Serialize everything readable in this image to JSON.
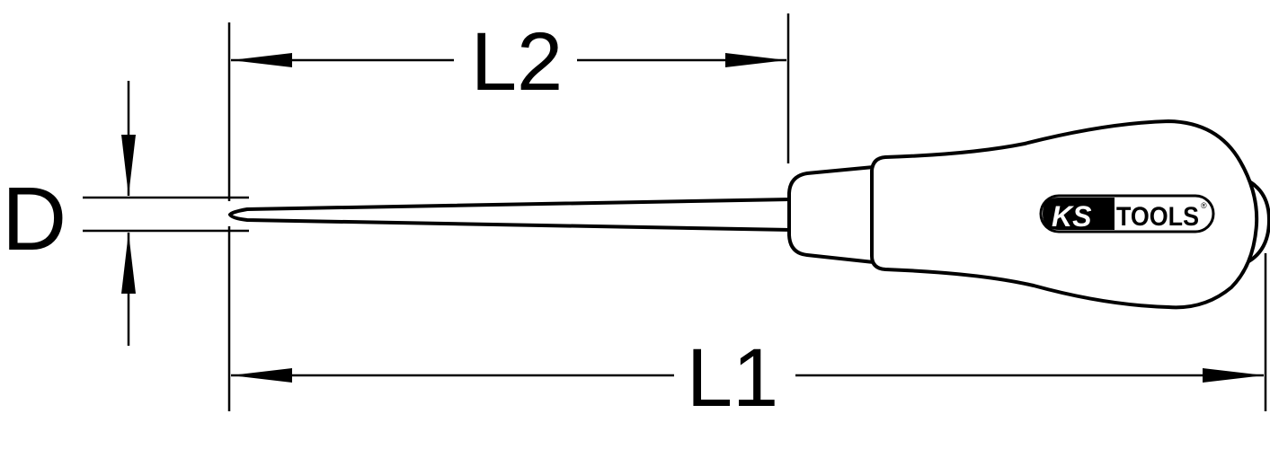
{
  "dimensions": {
    "l1_label": "L1",
    "l2_label": "L2",
    "d_label": "D"
  },
  "logo": {
    "brand_left": "KS",
    "brand_right": "TOOLS",
    "registered": "®"
  },
  "colors": {
    "line": "#000000",
    "background": "#ffffff"
  }
}
